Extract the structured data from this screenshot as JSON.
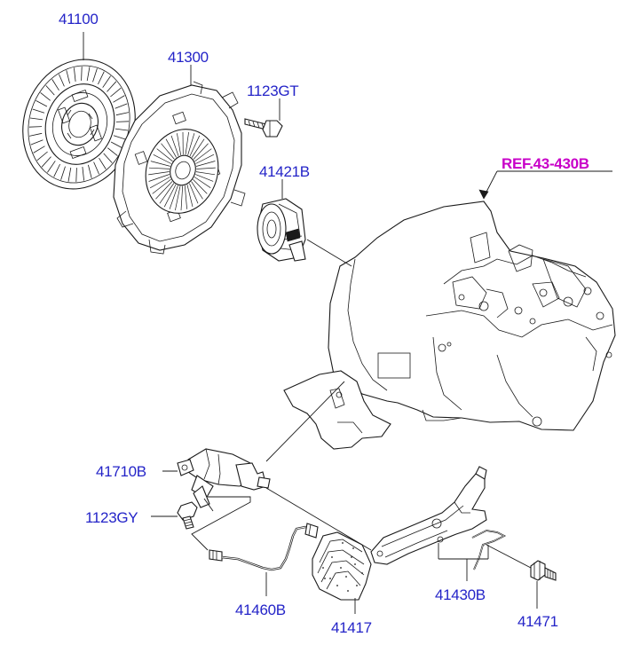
{
  "diagram": {
    "labels": {
      "clutch_disc": "41100",
      "clutch_cover": "41300",
      "bolt_top": "1123GT",
      "release_bearing": "41421B",
      "reference": "REF.43-430B",
      "release_cylinder": "41710B",
      "bolt_bottom": "1123GY",
      "clutch_tube": "41460B",
      "boot": "41417",
      "release_fork": "41430B",
      "fork_bolt": "41471"
    },
    "colors": {
      "part_number": "#2424c8",
      "reference": "#c800c8",
      "line_art": "#1a1a1a"
    }
  }
}
